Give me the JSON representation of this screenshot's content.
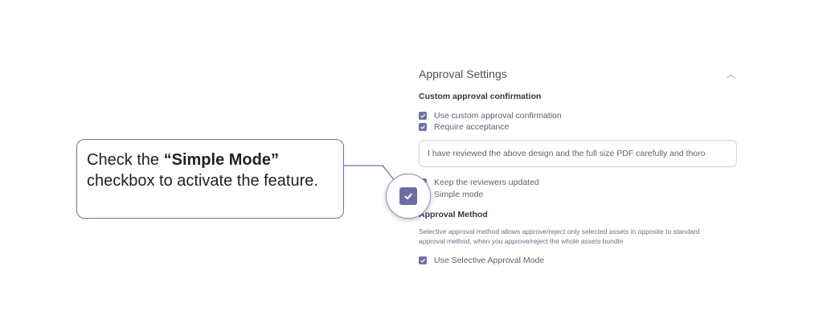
{
  "approval_settings": {
    "title": "Approval Settings",
    "collapse_icon": "chevron-up-icon",
    "custom_confirmation": {
      "heading": "Custom approval confirmation",
      "use_custom": {
        "label": "Use custom approval confirmation",
        "checked": true
      },
      "require_acceptance": {
        "label": "Require acceptance",
        "checked": true
      },
      "confirmation_text": "I have reviewed the above design and the full size PDF carefully and thoro",
      "keep_reviewers_updated": {
        "label": "Keep the reviewers updated",
        "checked": true
      },
      "simple_mode": {
        "label": "Simple mode",
        "checked": true
      }
    },
    "approval_method": {
      "heading": "Approval Method",
      "description": "Selective approval method allows approve/reject only selected assets in opposite to standard approval method, when you approve/reject the whole assets bundle",
      "selective_mode": {
        "label": "Use Selective Approval Mode",
        "checked": true
      }
    }
  },
  "callout": {
    "text_before": "Check the ",
    "highlight": "“Simple Mode”",
    "text_after": " checkbox to activate the feature."
  },
  "colors": {
    "accent": "#6c6ea3",
    "border": "#d0d1de",
    "callout_border": "#6e71a4"
  }
}
